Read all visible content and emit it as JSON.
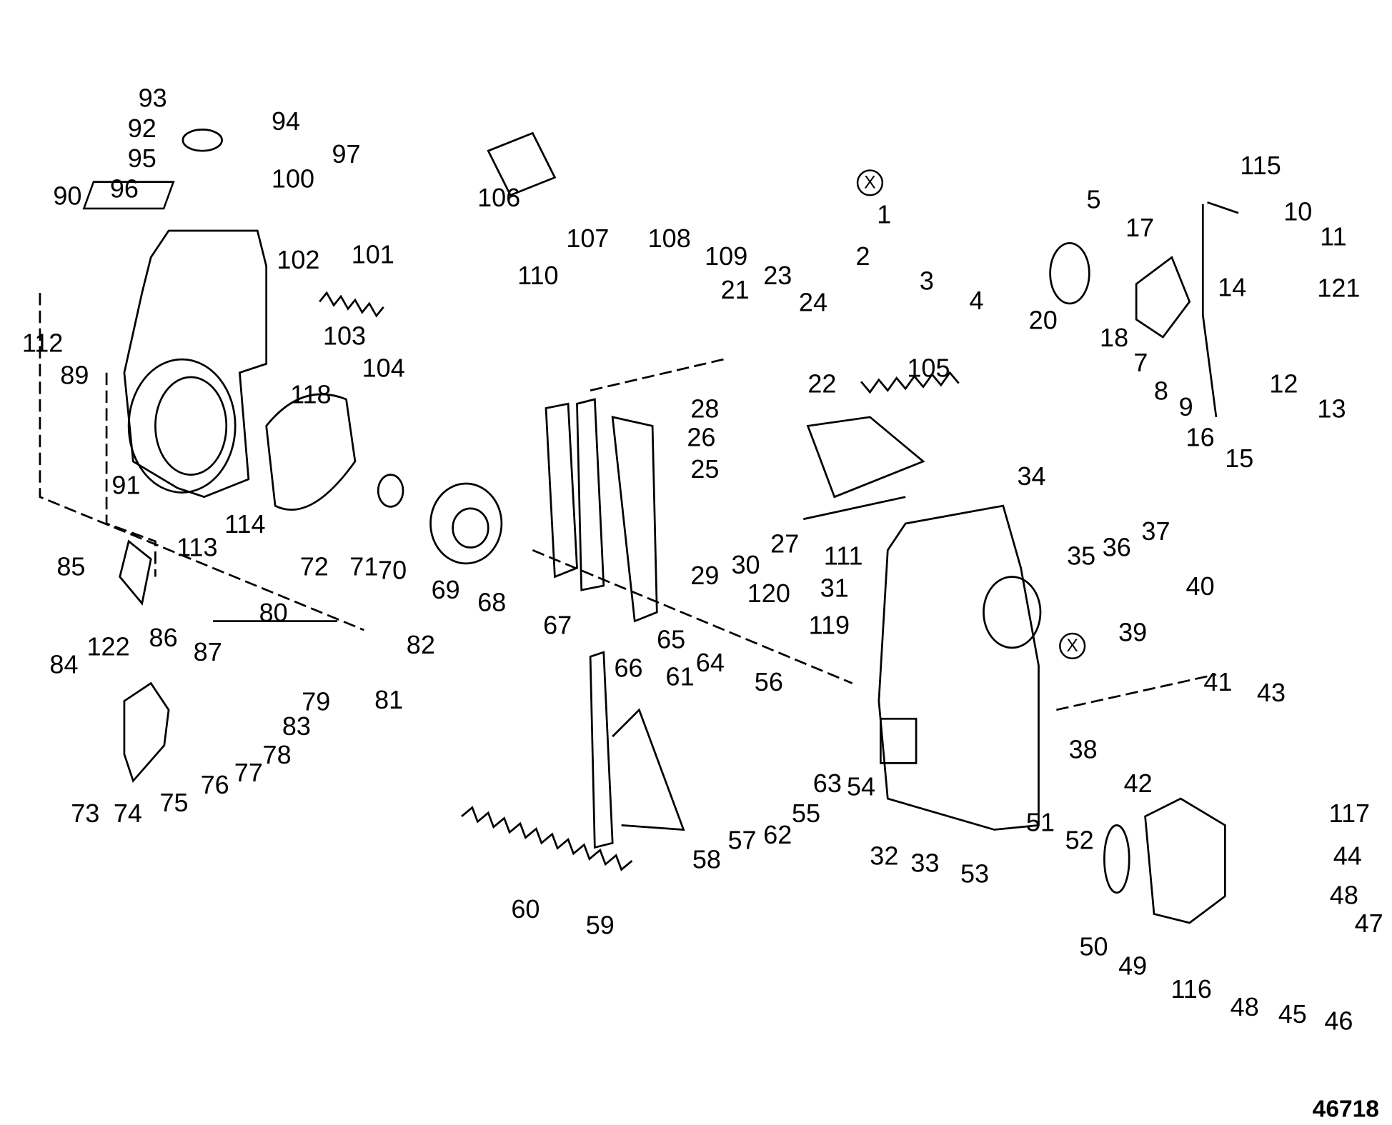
{
  "diagram": {
    "type": "exploded-parts-diagram",
    "figure_number": "46718",
    "reference_mark": "X",
    "callouts": [
      "93",
      "92",
      "94",
      "95",
      "97",
      "96",
      "90",
      "100",
      "106",
      "1",
      "2",
      "3",
      "4",
      "5",
      "20",
      "17",
      "18",
      "115",
      "10",
      "11",
      "14",
      "121",
      "7",
      "12",
      "8",
      "9",
      "13",
      "16",
      "15",
      "102",
      "101",
      "112",
      "103",
      "89",
      "104",
      "118",
      "107",
      "108",
      "109",
      "110",
      "21",
      "23",
      "24",
      "22",
      "105",
      "28",
      "26",
      "25",
      "27",
      "91",
      "114",
      "72",
      "71",
      "70",
      "113",
      "69",
      "68",
      "29",
      "30",
      "111",
      "34",
      "31",
      "35",
      "36",
      "37",
      "85",
      "67",
      "120",
      "119",
      "65",
      "64",
      "66",
      "84",
      "122",
      "86",
      "87",
      "80",
      "82",
      "81",
      "79",
      "83",
      "78",
      "77",
      "76",
      "75",
      "74",
      "73",
      "40",
      "39",
      "41",
      "43",
      "56",
      "61",
      "54",
      "63",
      "55",
      "62",
      "57",
      "58",
      "38",
      "42",
      "32",
      "33",
      "53",
      "51",
      "52",
      "117",
      "44",
      "48",
      "47",
      "50",
      "49",
      "116",
      "48",
      "45",
      "46",
      "60",
      "59"
    ]
  }
}
